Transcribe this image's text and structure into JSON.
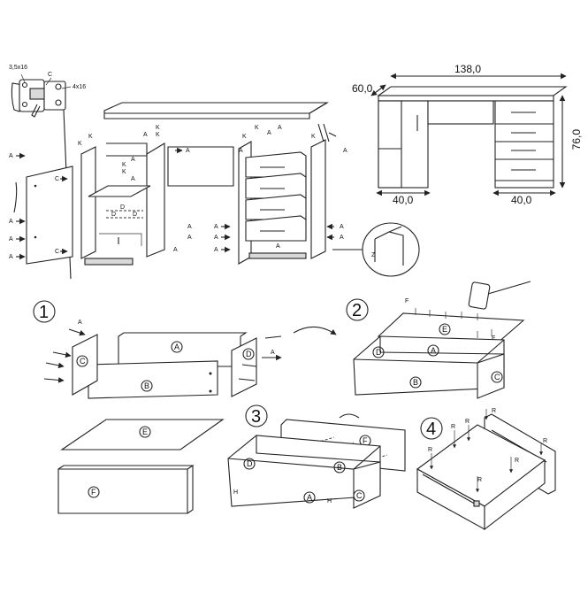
{
  "hardware": {
    "screw_a": "3,5x16",
    "screw_b": "4x16",
    "hinge_label": "C"
  },
  "dimensions": {
    "width": "138,0",
    "depth": "60,0",
    "height": "76,0",
    "left_width": "40,0",
    "right_width": "40,0"
  },
  "steps": [
    "1",
    "2",
    "3",
    "4"
  ],
  "part_letters": {
    "A": "A",
    "B": "B",
    "C": "C",
    "D": "D",
    "E": "E",
    "F": "F",
    "H": "H",
    "K": "K",
    "R": "R",
    "Z": "Z"
  }
}
